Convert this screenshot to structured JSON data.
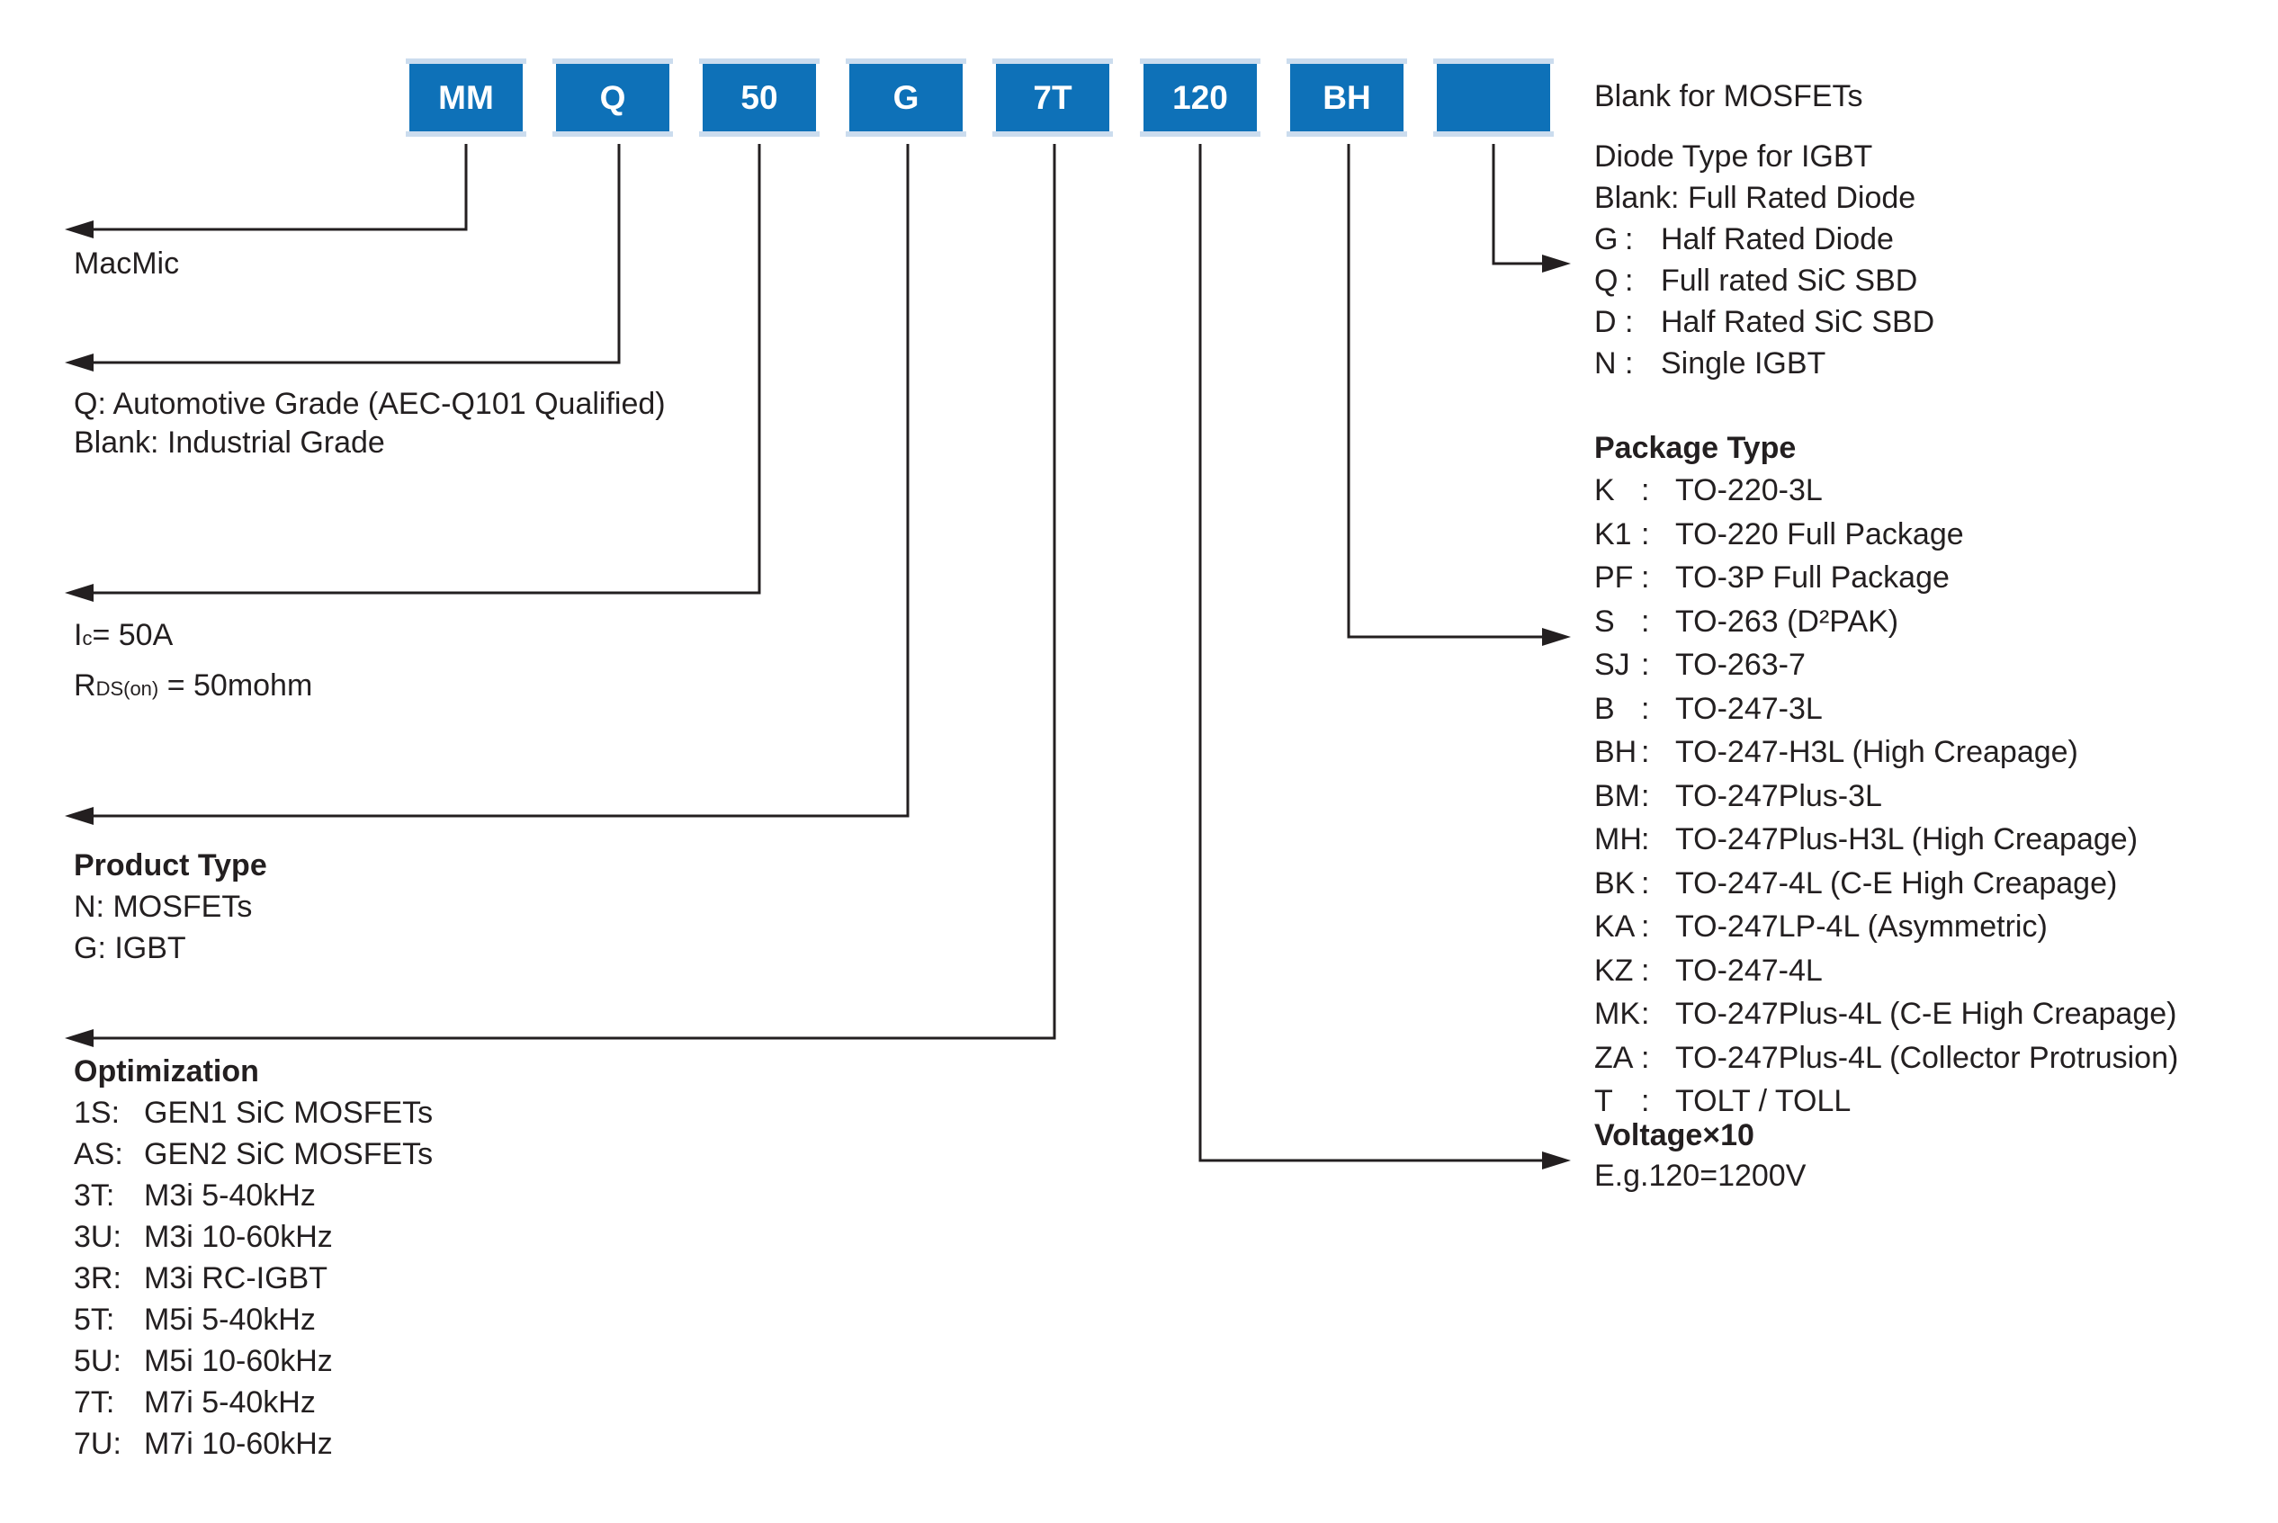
{
  "colors": {
    "box_blue": "#0e71b8",
    "box_edge_light": "#cbdcee",
    "ink": "#231f20"
  },
  "part_code_boxes": [
    "MM",
    "Q",
    "50",
    "G",
    "7T",
    "120",
    "BH",
    ""
  ],
  "brand": {
    "label": "MacMic"
  },
  "grade": {
    "lines": [
      "Q: Automotive Grade (AEC-Q101 Qualified)",
      "Blank: Industrial Grade"
    ]
  },
  "ratings": {
    "current": {
      "base": "I",
      "sub": "c",
      "rest": "= 50A"
    },
    "resistance": {
      "base": "R",
      "sub": "DS(on)",
      "rest": " = 50mohm"
    }
  },
  "product_type": {
    "title": "Product Type",
    "lines": [
      "N: MOSFETs",
      "G: IGBT"
    ]
  },
  "optimization": {
    "title": "Optimization",
    "items": [
      {
        "code": "1S:",
        "desc": "GEN1 SiC MOSFETs"
      },
      {
        "code": "AS:",
        "desc": "GEN2 SiC MOSFETs"
      },
      {
        "code": "3T:",
        "desc": "M3i 5-40kHz"
      },
      {
        "code": "3U:",
        "desc": "M3i 10-60kHz"
      },
      {
        "code": "3R:",
        "desc": "M3i RC-IGBT"
      },
      {
        "code": "5T:",
        "desc": "M5i 5-40kHz"
      },
      {
        "code": "5U:",
        "desc": "M5i 10-60kHz"
      },
      {
        "code": "7T:",
        "desc": "M7i 5-40kHz"
      },
      {
        "code": "7U:",
        "desc": "M7i 10-60kHz"
      }
    ]
  },
  "blank_box_note": "Blank for MOSFETs",
  "diode_type": {
    "title": "Diode Type for IGBT",
    "blank_line": "Blank: Full Rated Diode",
    "colon": ":",
    "items": [
      {
        "code": "G",
        "desc": "Half Rated Diode"
      },
      {
        "code": "Q",
        "desc": "Full rated SiC SBD"
      },
      {
        "code": "D",
        "desc": "Half Rated SiC SBD"
      },
      {
        "code": "N",
        "desc": "Single IGBT"
      }
    ]
  },
  "package_type": {
    "title": "Package Type",
    "colon": ":",
    "items": [
      {
        "code": "K",
        "desc": "TO-220-3L"
      },
      {
        "code": "K1",
        "desc": "TO-220 Full Package"
      },
      {
        "code": "PF",
        "desc": "TO-3P Full Package"
      },
      {
        "code": "S",
        "desc": "TO-263 (D²PAK)"
      },
      {
        "code": "SJ",
        "desc": "TO-263-7"
      },
      {
        "code": "B",
        "desc": "TO-247-3L"
      },
      {
        "code": "BH",
        "desc": "TO-247-H3L (High Creapage)"
      },
      {
        "code": "BM",
        "desc": "TO-247Plus-3L"
      },
      {
        "code": "MH",
        "desc": "TO-247Plus-H3L (High Creapage)"
      },
      {
        "code": "BK",
        "desc": "TO-247-4L (C-E High Creapage)"
      },
      {
        "code": "KA",
        "desc": "TO-247LP-4L (Asymmetric)"
      },
      {
        "code": "KZ",
        "desc": "TO-247-4L"
      },
      {
        "code": "MK",
        "desc": "TO-247Plus-4L (C-E High Creapage)"
      },
      {
        "code": "ZA",
        "desc": "TO-247Plus-4L (Collector Protrusion)"
      },
      {
        "code": "T",
        "desc": "TOLT / TOLL"
      }
    ]
  },
  "voltage": {
    "title": "Voltage×10",
    "example": "E.g.120=1200V"
  }
}
